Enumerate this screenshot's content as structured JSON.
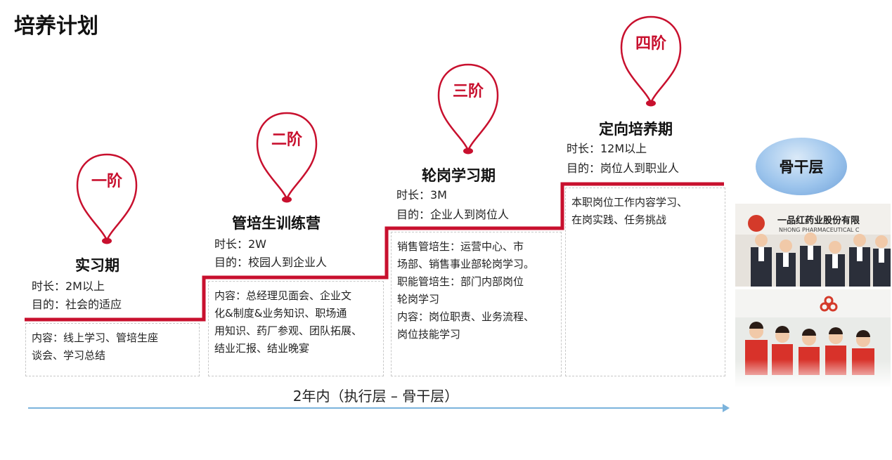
{
  "page_title": "培养计划",
  "colors": {
    "accent": "#c8102e",
    "arrow": "#7bb3dc",
    "bubble": "#8fb7e6"
  },
  "phases": [
    {
      "badge": "一阶",
      "title": "实习期",
      "duration": "时长：2M以上",
      "goal": "目的：社会的适应",
      "content": [
        "内容：线上学习、管培生座",
        "谈会、学习总结"
      ]
    },
    {
      "badge": "二阶",
      "title": "管培生训练营",
      "duration": "时长：2W",
      "goal": "目的：校园人到企业人",
      "content": [
        "内容：总经理见面会、企业文",
        "化&制度&业务知识、职场通",
        "用知识、药厂参观、团队拓展、",
        "结业汇报、结业晚宴"
      ]
    },
    {
      "badge": "三阶",
      "title": "轮岗学习期",
      "duration": "时长：3M",
      "goal": "目的：企业人到岗位人",
      "content": [
        "销售管培生：运营中心、市",
        "场部、销售事业部轮岗学习。",
        "职能管培生：部门内部岗位",
        "轮岗学习",
        "内容：岗位职责、业务流程、",
        "岗位技能学习"
      ]
    },
    {
      "badge": "四阶",
      "title": "定向培养期",
      "duration": "时长：12M以上",
      "goal": "目的：岗位人到职业人",
      "content": [
        "本职岗位工作内容学习、",
        "在岗实践、任务挑战"
      ]
    }
  ],
  "timeline_label": "2年内（执行层 – 骨干层）",
  "target_label": "骨干层",
  "photo_top": {
    "sign_text": "一品红药业股份有限",
    "sign_sub": "NHONG PHARMACEUTICAL C"
  }
}
